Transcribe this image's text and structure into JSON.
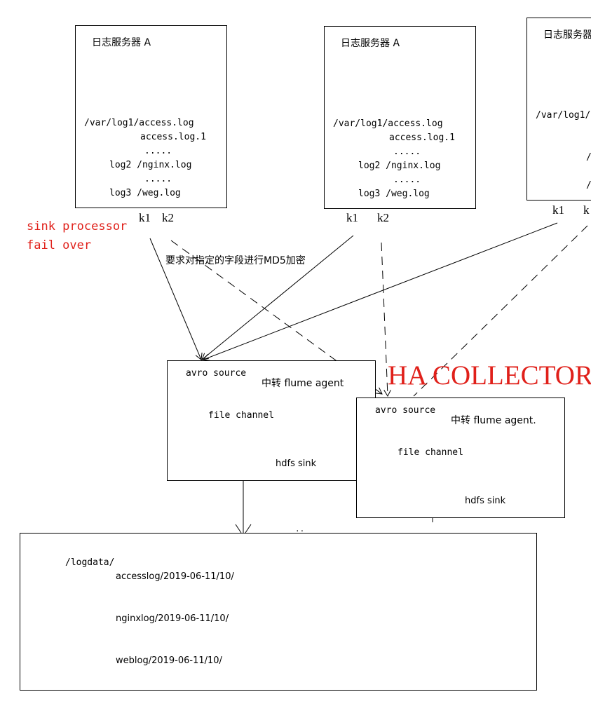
{
  "servers": [
    {
      "title": "日志服务器  A",
      "paths": [
        "/var/log1/access.log",
        "access.log.1",
        ".....",
        "log2 /nginx.log",
        ".....",
        "log3 /weg.log"
      ],
      "sinks": [
        "k1",
        "k2"
      ]
    },
    {
      "title": "日志服务器  A",
      "paths": [
        "/var/log1/access.log",
        "access.log.1",
        ".....",
        "log2 /nginx.log",
        ".....",
        "log3 /weg.log"
      ],
      "sinks": [
        "k1",
        "k2"
      ]
    },
    {
      "title": "日志服务器",
      "paths": [
        "/var/log1/",
        "/",
        "/"
      ],
      "sinks": [
        "k1",
        "k"
      ]
    }
  ],
  "annotations": {
    "sink_processor": "sink processor",
    "fail_over": "fail over",
    "md5_note": "要求对指定的字段进行MD5加密",
    "ha_collector": "HA COLLECTOR",
    "dots": ".."
  },
  "agents": [
    {
      "source": "avro source",
      "name": "中转 flume  agent",
      "channel": "file  channel",
      "sink": "hdfs sink"
    },
    {
      "source": "avro source",
      "name": "中转 flume  agent.",
      "channel": "file  channel",
      "sink": "hdfs sink"
    }
  ],
  "storage": {
    "root": "/logdata/",
    "dirs": [
      "accesslog/2019-06-11/10/",
      "nginxlog/2019-06-11/10/",
      "weblog/2019-06-11/10/"
    ]
  },
  "colors": {
    "accent": "#e0201a",
    "line": "#000000"
  }
}
